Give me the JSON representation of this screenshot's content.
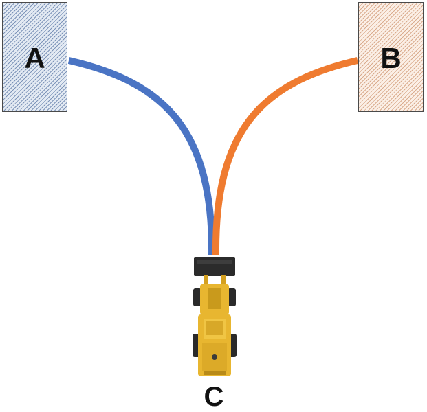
{
  "nodes": {
    "a": {
      "label": "A"
    },
    "b": {
      "label": "B"
    },
    "c": {
      "label": "C"
    }
  },
  "paths": {
    "a_to_c": {
      "color": "#4a74c4"
    },
    "b_to_c": {
      "color": "#ef7b30"
    }
  },
  "vehicle": {
    "icon": "wheel-loader-icon"
  },
  "colors": {
    "box_a_fill": "#e3eaf3",
    "box_b_fill": "#fbefe6",
    "loader_body": "#e8b630",
    "bucket": "#2b2b2b"
  }
}
